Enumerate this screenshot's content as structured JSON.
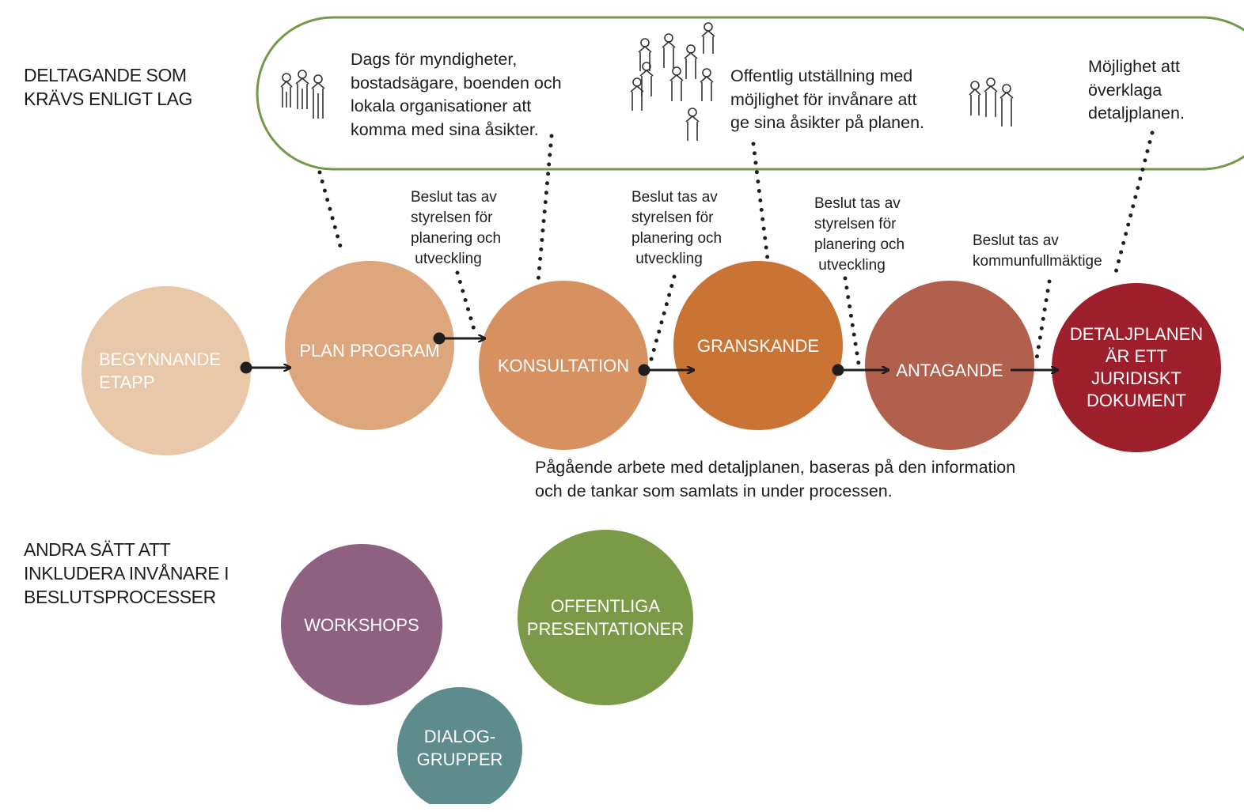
{
  "sections": {
    "legal_heading": "DELTAGANDE SOM\nKRÄVS ENLIGT LAG",
    "other_heading": "ANDRA SÄTT ATT\nINKLUDERA INVÅNARE I\nBESLUTSPROCESSER"
  },
  "bubble_notes": {
    "consultation_note": "Dags för myndigheter,\nbostadsägare, boenden och\nlokala organisationer att\nkomma med sina åsikter.",
    "exhibition_note": "Offentlig utställning med\nmöjlighet för invånare att\nge sina åsikter på planen.",
    "appeal_note": "Möjlighet att\növerklaga\ndetaljplanen."
  },
  "decision_notes": {
    "decision_1": "Beslut tas av\nstyrelsen för\nplanering och\n utveckling",
    "decision_2": "Beslut tas av\nstyrelsen för\nplanering och\n utveckling",
    "decision_3": "Beslut tas av\nstyrelsen för\nplanering och\n utveckling",
    "decision_4": "Beslut tas av\nkommunfullmäktige"
  },
  "stages": [
    {
      "label": "BEGYNNANDE\nETAPP",
      "color": "#e8c8a8"
    },
    {
      "label": "PLAN PROGRAM",
      "color": "#dea67d"
    },
    {
      "label": "KONSULTATION",
      "color": "#d79161"
    },
    {
      "label": "GRANSKANDE",
      "color": "#c97435"
    },
    {
      "label": "ANTAGANDE",
      "color": "#b0604d"
    },
    {
      "label": "DETALJPLANEN\nÄR ETT\nJURIDISKT\nDOKUMENT",
      "color": "#9e1f2c"
    }
  ],
  "ongoing_note": "Pågående arbete med detaljplanen, baseras på den information\noch de tankar som samlats in under processen.",
  "other_methods": [
    {
      "label": "WORKSHOPS",
      "color": "#8e6181"
    },
    {
      "label": "OFFENTLIGA\nPRESENTATIONER",
      "color": "#7b9a48"
    },
    {
      "label": "DIALOG-\nGRUPPER",
      "color": "#5e8b8c"
    }
  ],
  "colors": {
    "bubble_outline": "#73994a",
    "arrow": "#1e1e1e",
    "dots": "#1e1e1e"
  }
}
